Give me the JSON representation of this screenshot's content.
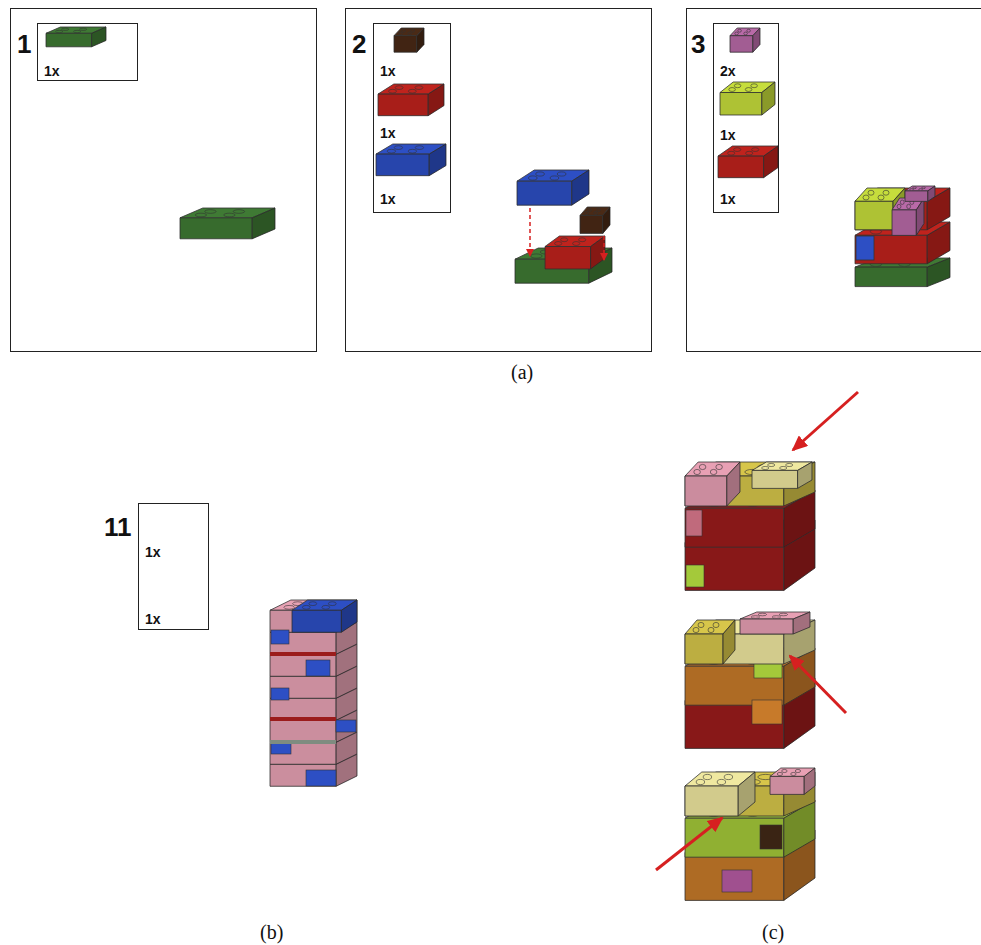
{
  "diagram": {
    "nodes": [
      {
        "text": [
          "1"
        ]
      },
      {
        "text": [
          "1x"
        ],
        "in": 0
      },
      {
        "text": [
          "2"
        ]
      },
      {
        "text": [
          "1x",
          "1x",
          "1x"
        ],
        "in": 2
      },
      {
        "text": [
          "3"
        ]
      },
      {
        "text": [
          "2x",
          "1x",
          "1x"
        ],
        "in": 4
      },
      {
        "text": [
          "11",
          "1x",
          "1x"
        ]
      }
    ],
    "labels": [
      "(a)",
      "(b)",
      "(c)"
    ]
  }
}
